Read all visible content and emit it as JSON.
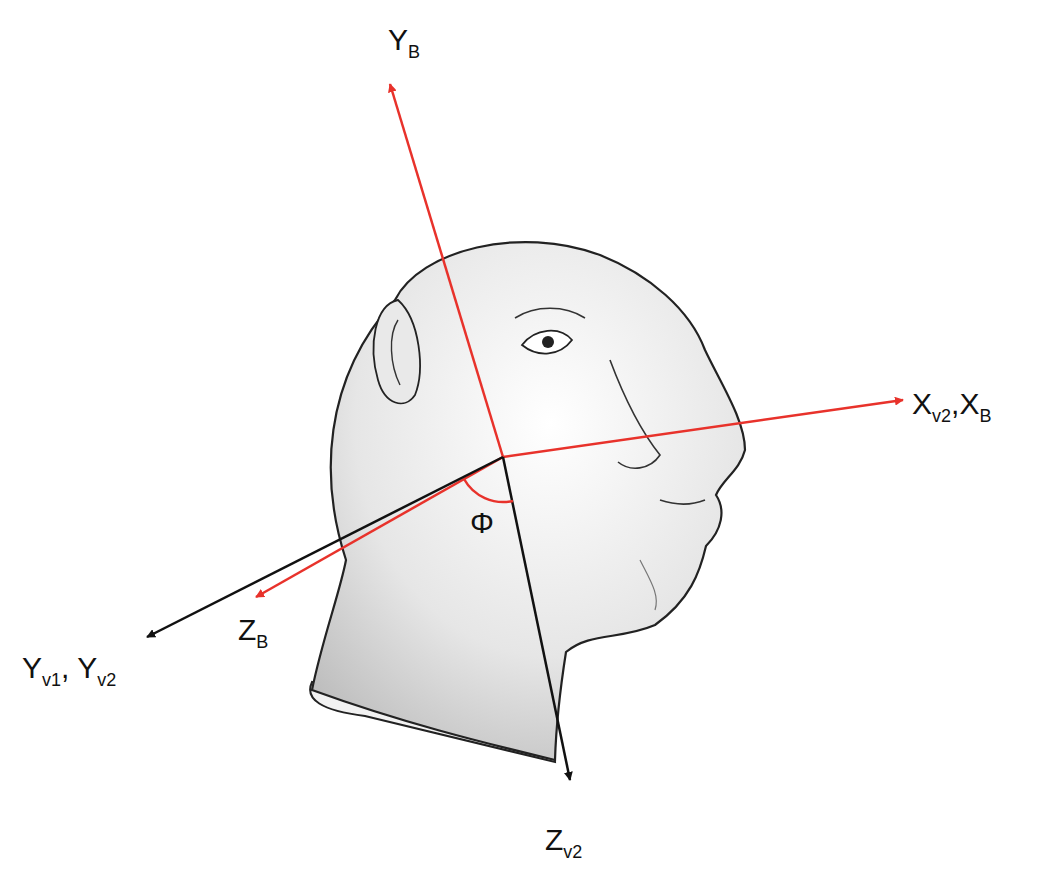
{
  "diagram": {
    "labels": [
      "YB",
      "Xv2,XB",
      "Φ",
      "Yv1, Yv2",
      "ZB",
      "Zv2"
    ]
  }
}
